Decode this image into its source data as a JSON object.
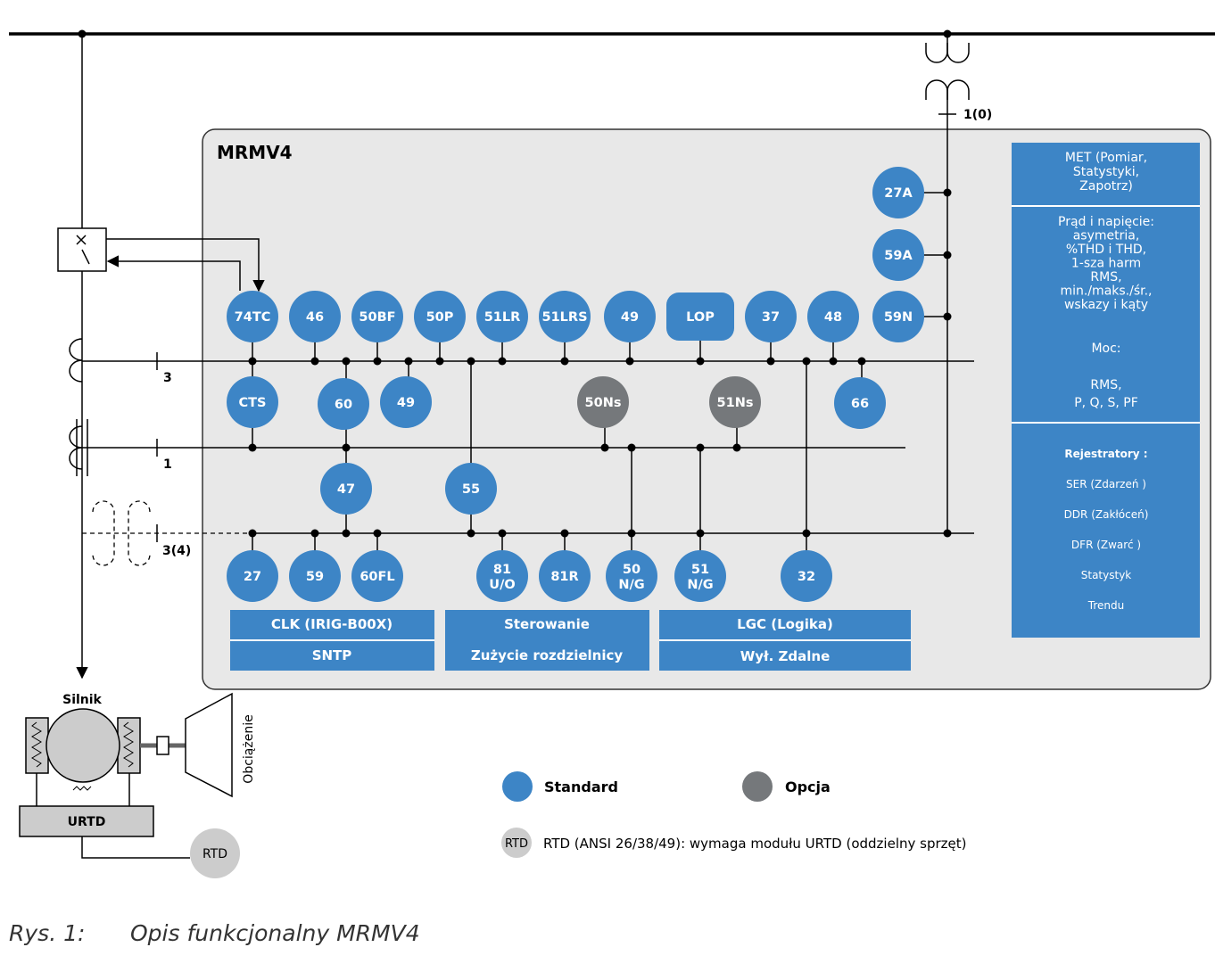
{
  "device": {
    "name": "MRMV4",
    "ct_labels": {
      "top": "1(0)",
      "ct1": "3",
      "ct2": "1",
      "vt": "3(4)"
    }
  },
  "colors": {
    "standard": "#3d85c6",
    "option": "#75787b",
    "panel_bg": "#e8e8e8",
    "wire": "#000000",
    "rtd": "#cccccc"
  },
  "functions": {
    "top_row": [
      "74TC",
      "46",
      "50BF",
      "50P",
      "51LR",
      "51LRS",
      "49",
      "LOP",
      "37",
      "48",
      "59N"
    ],
    "right_column": [
      "27A",
      "59A"
    ],
    "middle_row": [
      {
        "label": "CTS",
        "kind": "standard"
      },
      {
        "label": "60",
        "kind": "standard"
      },
      {
        "label": "49",
        "kind": "standard"
      },
      {
        "label": "50Ns",
        "kind": "option"
      },
      {
        "label": "51Ns",
        "kind": "option"
      },
      {
        "label": "66",
        "kind": "standard"
      }
    ],
    "lower_row": [
      "47",
      "55"
    ],
    "bottom_row": [
      {
        "label": "27"
      },
      {
        "label": "59"
      },
      {
        "label": "60FL"
      },
      {
        "label": "81",
        "sub": "U/O"
      },
      {
        "label": "81R"
      },
      {
        "label": "50",
        "sub": "N/G"
      },
      {
        "label": "51",
        "sub": "N/G"
      },
      {
        "label": "32"
      }
    ]
  },
  "boxes": {
    "clk": {
      "line1": "CLK (IRIG-B00X)",
      "line2": "SNTP"
    },
    "control": {
      "line1": "Sterowanie",
      "line2": "Zużycie rozdzielnicy"
    },
    "lgc": {
      "line1": "LGC (Logika)",
      "line2": "Wył. Zdalne"
    }
  },
  "side_panel": {
    "met": [
      "MET (Pomiar,",
      "Statystyki,",
      "Zapotrz)"
    ],
    "measure": [
      "Prąd i napięcie:",
      "asymetria,",
      "%THD i THD,",
      "1-sza harm",
      "RMS,",
      "min./maks./śr.,",
      "wskazy i kąty"
    ],
    "power_title": "Moc:",
    "power": [
      "RMS,",
      "P, Q, S, PF"
    ],
    "recorders_title": "Rejestratory :",
    "recorders": [
      "SER (Zdarzeń )",
      "DDR (Zakłóceń)",
      "DFR (Zwarć )",
      "Statystyk",
      "Trendu"
    ]
  },
  "motor": {
    "label": "Silnik",
    "load": "Obciążenie",
    "urtd": "URTD",
    "rtd": "RTD"
  },
  "legend": {
    "standard": "Standard",
    "option": "Opcja",
    "rtd_badge": "RTD",
    "rtd_note": "RTD (ANSI 26/38/49): wymaga modułu URTD (oddzielny sprzęt)"
  },
  "caption": {
    "label": "Rys. 1:",
    "text": "Opis funkcjonalny MRMV4"
  }
}
